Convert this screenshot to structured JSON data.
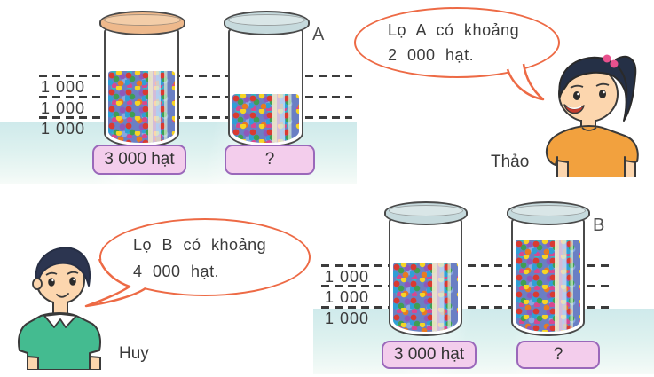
{
  "scene": {
    "top_panel": {
      "levels": [
        "1 000",
        "1 000",
        "1 000"
      ],
      "jar_letter": "A",
      "count_label": "3 000 hạt",
      "unknown_label": "?"
    },
    "bottom_panel": {
      "levels": [
        "1 000",
        "1 000",
        "1 000"
      ],
      "jar_letter": "B",
      "count_label": "3 000 hạt",
      "unknown_label": "?"
    },
    "bubble_a": {
      "line1": "Lọ A có khoảng",
      "line2": "2 000 hạt."
    },
    "bubble_b": {
      "line1": "Lọ B có khoảng",
      "line2": "4 000 hạt."
    },
    "girl_name": "Thảo",
    "boy_name": "Huy",
    "colors": {
      "bubble_outline": "#ed6a45",
      "label_box_fill": "#f3cdec",
      "label_box_border": "#9a68ba",
      "water_band": "#cfeaeb",
      "lid_peach": "#eeb98c",
      "lid_blue": "#c6dadd",
      "girl_shirt": "#f2a13e",
      "boy_shirt": "#44bb90",
      "text": "#3b3b3b"
    }
  }
}
